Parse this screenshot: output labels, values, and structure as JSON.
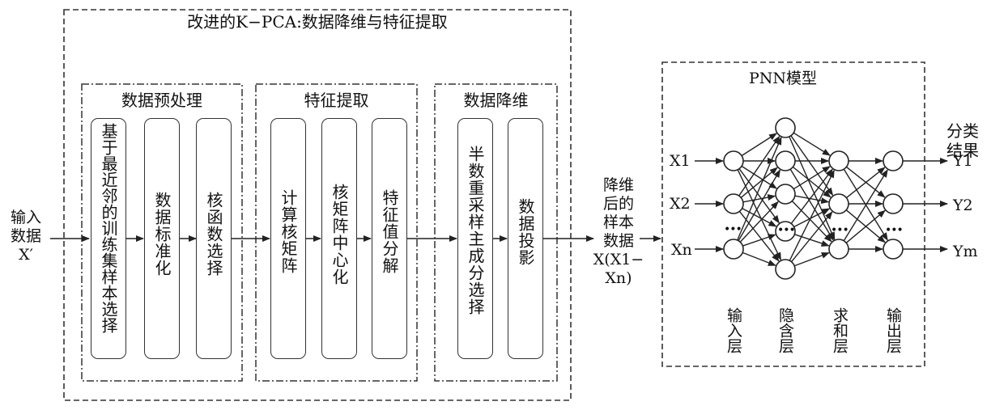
{
  "title": "改进的K−PCA:数据降维与特征提取",
  "input_label": "输入\n数据\nX′",
  "sections": [
    {
      "label": "数据预处理"
    },
    {
      "label": "特征提取"
    },
    {
      "label": "数据降维"
    }
  ],
  "stages": [
    "基于最近邻的训练集样本选择",
    "数据标准化",
    "核函数选择",
    "计算核矩阵",
    "核矩阵中心化",
    "特征值分解",
    "半数重采样主成分选择",
    "数据投影"
  ],
  "reduced_label": "降维\n后的\n样本\n数据\nX(X1−\nXn)",
  "pnn": {
    "title": "PNN模型",
    "inputs": [
      "X1",
      "X2",
      "Xn"
    ],
    "outputs": [
      "Y1",
      "Y2",
      "Ym"
    ],
    "output_title": "分类\n结果",
    "layers": [
      "输入层",
      "隐含层",
      "求和层",
      "输出层"
    ],
    "ellipsis": "•••"
  }
}
